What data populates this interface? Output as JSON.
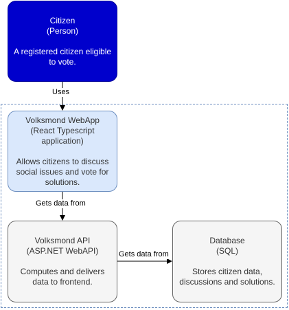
{
  "nodes": {
    "citizen": {
      "title": "Citizen",
      "subtitle": "(Person)",
      "description": "A registered citizen eligible to vote.",
      "fill": "#0000cc"
    },
    "webapp": {
      "title": "Volksmond WebApp",
      "subtitle": "(React Typescript application)",
      "description": "Allows citizens to discuss social issues and vote for solutions.",
      "fill": "#dae8fc"
    },
    "api": {
      "title": "Volksmond API",
      "subtitle": "(ASP.NET WebAPI)",
      "description": "Computes and delivers data to frontend.",
      "fill": "#f5f5f5"
    },
    "database": {
      "title": "Database",
      "subtitle": "(SQL)",
      "description": "Stores citizen data, discussions and solutions.",
      "fill": "#f5f5f5"
    }
  },
  "edges": {
    "citizen_webapp": "Uses",
    "webapp_api": "Gets data from",
    "api_database": "Gets data from"
  }
}
